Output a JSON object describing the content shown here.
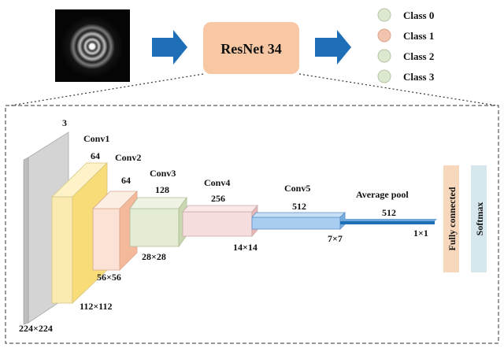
{
  "input": {
    "image_name": "ring-pattern-image"
  },
  "model": {
    "label": "ResNet 34"
  },
  "classes": [
    {
      "label": "Class 0",
      "color": "#dde8d0"
    },
    {
      "label": "Class 1",
      "color": "#f2c4b0"
    },
    {
      "label": "Class 2",
      "color": "#dde8d0"
    },
    {
      "label": "Class 3",
      "color": "#dde8d0"
    }
  ],
  "layers": {
    "input": {
      "channels": "3",
      "size": "224×224"
    },
    "conv1": {
      "name": "Conv1",
      "channels": "64",
      "size": "112×112"
    },
    "conv2": {
      "name": "Conv2",
      "channels": "64",
      "size": "56×56"
    },
    "conv3": {
      "name": "Conv3",
      "channels": "128",
      "size": "28×28"
    },
    "conv4": {
      "name": "Conv4",
      "channels": "256",
      "size": "14×14"
    },
    "conv5": {
      "name": "Conv5",
      "channels": "512",
      "size": "7×7"
    },
    "pool": {
      "name": "Average pool",
      "channels": "512",
      "size": "1×1"
    }
  },
  "heads": {
    "fc": {
      "label": "Fully connected",
      "color": "#f8d8bc"
    },
    "softmax": {
      "label": "Softmax",
      "color": "#d6e8ee"
    }
  },
  "colors": {
    "arrow": "#1f6fb8",
    "model_box": "#f8c8a4",
    "input_plane": "#d8d8d8",
    "conv1": "#fbeab0",
    "conv2": "#fbe2d4",
    "conv3": "#e4ecd4",
    "conv4": "#f6dede",
    "conv5": "#a9cdf0",
    "pool": "#1f6fb8"
  }
}
